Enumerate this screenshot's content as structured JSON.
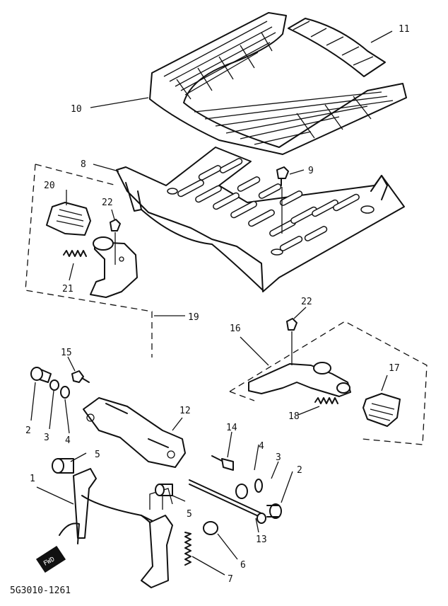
{
  "diagram": {
    "code": "5G3010-1261",
    "fwd_badge": "FWD",
    "callouts": [
      {
        "id": "c1",
        "text": "1"
      },
      {
        "id": "c2a",
        "text": "2"
      },
      {
        "id": "c2b",
        "text": "2"
      },
      {
        "id": "c3a",
        "text": "3"
      },
      {
        "id": "c3b",
        "text": "3"
      },
      {
        "id": "c4a",
        "text": "4"
      },
      {
        "id": "c4b",
        "text": "4"
      },
      {
        "id": "c5a",
        "text": "5"
      },
      {
        "id": "c5b",
        "text": "5"
      },
      {
        "id": "c6",
        "text": "6"
      },
      {
        "id": "c7",
        "text": "7"
      },
      {
        "id": "c8",
        "text": "8"
      },
      {
        "id": "c9",
        "text": "9"
      },
      {
        "id": "c10",
        "text": "10"
      },
      {
        "id": "c11",
        "text": "11"
      },
      {
        "id": "c12",
        "text": "12"
      },
      {
        "id": "c13",
        "text": "13"
      },
      {
        "id": "c14",
        "text": "14"
      },
      {
        "id": "c15",
        "text": "15"
      },
      {
        "id": "c16",
        "text": "16"
      },
      {
        "id": "c17",
        "text": "17"
      },
      {
        "id": "c18",
        "text": "18"
      },
      {
        "id": "c19",
        "text": "19"
      },
      {
        "id": "c20",
        "text": "20"
      },
      {
        "id": "c21",
        "text": "21"
      },
      {
        "id": "c22a",
        "text": "22"
      },
      {
        "id": "c22b",
        "text": "22"
      }
    ]
  }
}
